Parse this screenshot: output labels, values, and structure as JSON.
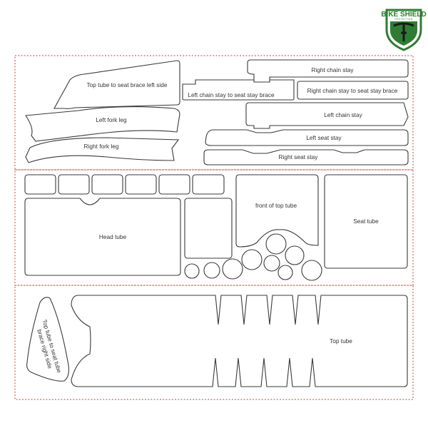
{
  "brand": {
    "name": "BIKE SHIELD",
    "tagline": "PROTECTION",
    "colors": {
      "green": "#2f7d32",
      "dark": "#1a1a1a"
    }
  },
  "sheet": {
    "border_color": "#b8453a",
    "line_color": "#3a3a3a"
  },
  "labels": {
    "top_tube_seat_brace_left": "Top tube to seat brace left side",
    "left_chain_stay_brace": "Left chain stay to seat stay brace",
    "right_chain_stay": "Right chain stay",
    "right_chain_stay_brace": "Right chain stay to seat stay brace",
    "left_chain_stay": "Left chain stay",
    "left_fork_leg": "Left fork leg",
    "right_fork_leg": "Right fork leg",
    "left_seat_stay": "Left seat stay",
    "right_seat_stay": "Right seat stay",
    "front_of_top_tube": "front of top tube",
    "head_tube": "Head tube",
    "seat_tube": "Seat tube",
    "top_tube_seat_tube_right_1": "Top tube to seat tube",
    "top_tube_seat_tube_right_2": "brace right side",
    "top_tube": "Top tube"
  }
}
